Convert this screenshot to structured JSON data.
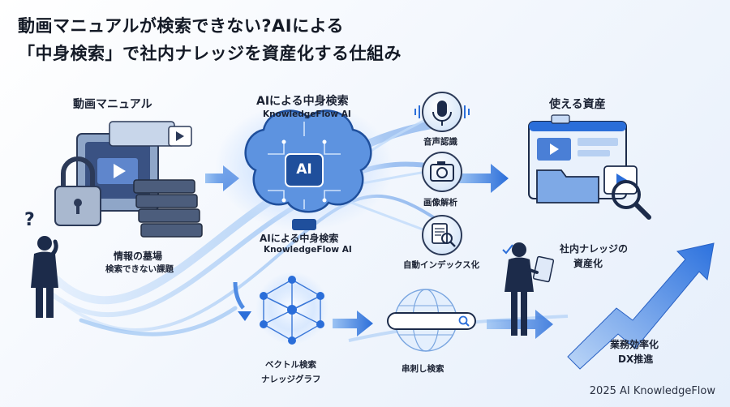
{
  "title": {
    "line1": "動画マニュアルが検索できない?AIによる",
    "line2": "「中身検索」で社内ナレッジを資産化する仕組み"
  },
  "sections": {
    "left": {
      "heading": "動画マニュアル",
      "caption_line1": "情報の墓場",
      "caption_line2": "検索できない課題"
    },
    "center": {
      "heading_line1": "AIによる中身検索",
      "heading_line2": "KnowledgeFlow AI",
      "chip": "AI",
      "caption_line1": "AIによる中身検索",
      "caption_line2": "KnowledgeFlow AI"
    },
    "features": [
      {
        "label": "音声認識"
      },
      {
        "label": "画像解析"
      },
      {
        "label": "自動インデックス化"
      }
    ],
    "bottom": {
      "graph_line1": "ベクトル検索",
      "graph_line2": "ナレッジグラフ",
      "search_label": "串刺し検索"
    },
    "right": {
      "heading": "使える資産",
      "caption_line1": "社内ナレッジの",
      "caption_line2": "資産化",
      "result_line1": "業務効率化",
      "result_line2": "DX推進"
    }
  },
  "footer": "2025 AI KnowledgeFlow",
  "colors": {
    "primary_blue": "#2b6ed9",
    "dark_navy": "#1c2b4a",
    "light_blue": "#a9cdf5",
    "glow": "#dcecff"
  }
}
